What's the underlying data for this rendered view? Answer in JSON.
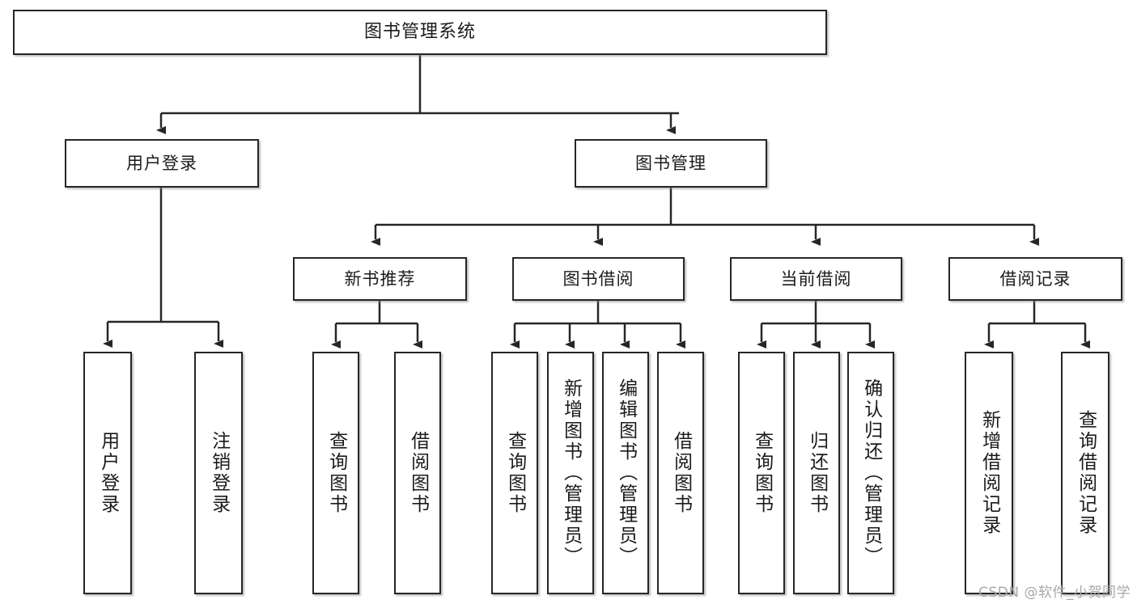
{
  "diagram": {
    "type": "tree-hierarchy-chart",
    "title": "图书管理系统",
    "watermark": "CSDN @软件_小贺同学",
    "colors": {
      "box_border": "#262626",
      "box_fill": "#ffffff",
      "connector": "#262626",
      "text": "#1b1b1b",
      "watermark": "#a8a8a8",
      "background": "#ffffff"
    },
    "nodes": {
      "root": {
        "label": "图书管理系统"
      },
      "level1": [
        {
          "id": "user-login",
          "label": "用户登录"
        },
        {
          "id": "book-manage",
          "label": "图书管理"
        }
      ],
      "level2": [
        {
          "id": "new-book-rec",
          "label": "新书推荐"
        },
        {
          "id": "book-borrow",
          "label": "图书借阅"
        },
        {
          "id": "current-borrow",
          "label": "当前借阅"
        },
        {
          "id": "borrow-record",
          "label": "借阅记录"
        }
      ],
      "leaves": {
        "user-login": [
          {
            "id": "leaf-user-login",
            "label": "用户登录"
          },
          {
            "id": "leaf-logout",
            "label": "注销登录"
          }
        ],
        "new-book-rec": [
          {
            "id": "leaf-query-book-1",
            "label": "查询图书"
          },
          {
            "id": "leaf-borrow-book-1",
            "label": "借阅图书"
          }
        ],
        "book-borrow": [
          {
            "id": "leaf-query-book-2",
            "label": "查询图书"
          },
          {
            "id": "leaf-add-book",
            "label": "新增图书（管理员）"
          },
          {
            "id": "leaf-edit-book",
            "label": "编辑图书（管理员）"
          },
          {
            "id": "leaf-borrow-book-2",
            "label": "借阅图书"
          }
        ],
        "current-borrow": [
          {
            "id": "leaf-query-book-3",
            "label": "查询图书"
          },
          {
            "id": "leaf-return-book",
            "label": "归还图书"
          },
          {
            "id": "leaf-confirm-return",
            "label": "确认归还（管理员）"
          }
        ],
        "borrow-record": [
          {
            "id": "leaf-add-record",
            "label": "新增借阅记录"
          },
          {
            "id": "leaf-query-record",
            "label": "查询借阅记录"
          }
        ]
      }
    }
  }
}
